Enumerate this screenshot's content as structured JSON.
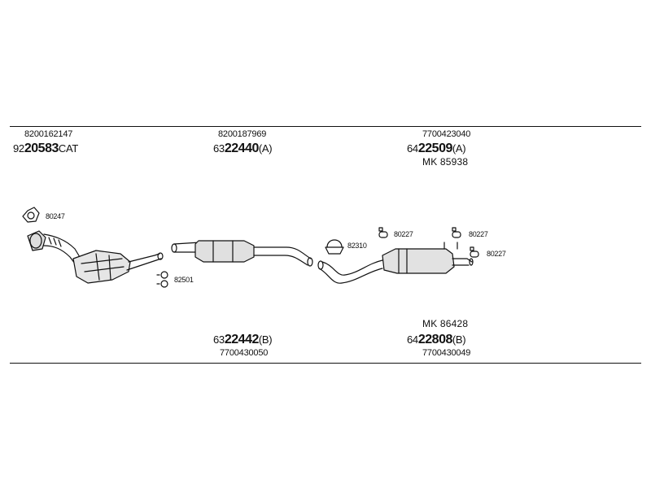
{
  "top_parts": [
    {
      "ref": "8200162147",
      "code_prefix": "92",
      "code_bold": "20583",
      "code_suffix": "CAT"
    },
    {
      "ref": "8200187969",
      "code_prefix": "63",
      "code_bold": "22440",
      "code_suffix": "(A)"
    },
    {
      "ref": "7700423040",
      "code_prefix": "64",
      "code_bold": "22509",
      "code_suffix": "(A)",
      "kit": "MK 85938"
    }
  ],
  "bottom_parts": [
    {
      "ref": "7700430050",
      "code_prefix": "63",
      "code_bold": "22442",
      "code_suffix": "(B)"
    },
    {
      "ref": "7700430049",
      "code_prefix": "64",
      "code_bold": "22808",
      "code_suffix": "(B)",
      "kit": "MK 86428"
    }
  ],
  "fittings": {
    "gasket_front": "80247",
    "clamp_front": "82501",
    "clamp_mid": "82310",
    "mount_1": "80227",
    "mount_2": "80227",
    "mount_3": "80227"
  }
}
